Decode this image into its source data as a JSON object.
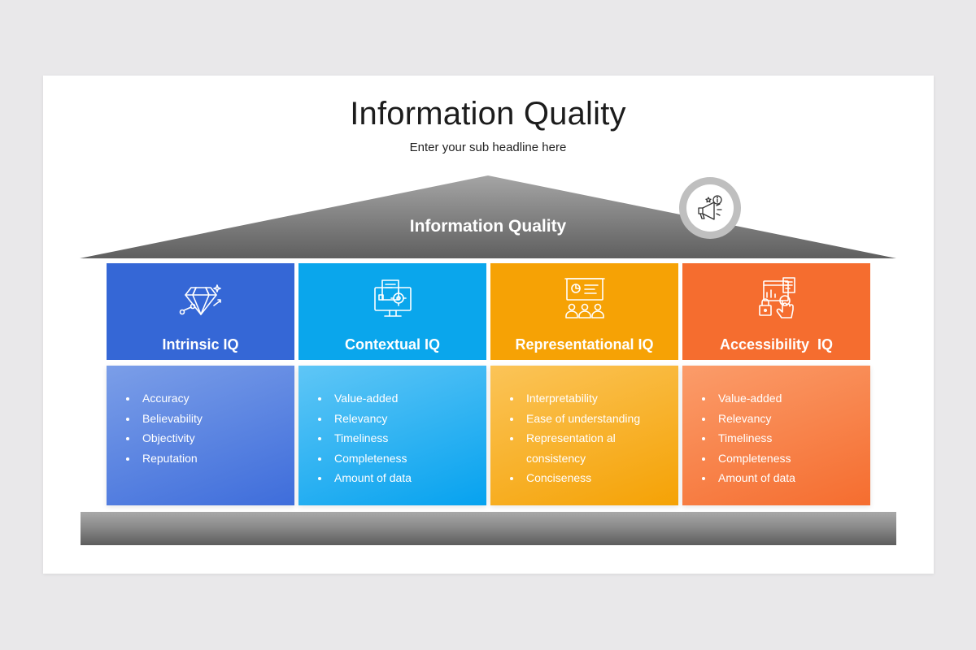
{
  "slide": {
    "title": "Information Quality",
    "subtitle": "Enter your sub headline here",
    "roof_label": "Information Quality",
    "badge_icon": "megaphone-info-icon"
  },
  "colors": {
    "roof_gray": "#6f6f6f",
    "intrinsic": "#3567d6",
    "contextual": "#0aa6ec",
    "representational": "#f6a205",
    "accessibility": "#f56d2f"
  },
  "pillars": [
    {
      "label": "Intrinsic IQ",
      "icon": "diamond-growth-icon",
      "items": [
        "Accuracy",
        "Believability",
        "Objectivity",
        "Reputation"
      ]
    },
    {
      "label": "Contextual IQ",
      "icon": "monitor-target-icon",
      "items": [
        "Value-added",
        "Relevancy",
        "Timeliness",
        "Completeness",
        "Amount of data"
      ]
    },
    {
      "label": "Representational IQ",
      "icon": "presentation-audience-icon",
      "items": [
        "Interpretability",
        "Ease of understanding",
        "Representation al",
        "consistency",
        "Conciseness"
      ]
    },
    {
      "label": "Accessibility  IQ",
      "icon": "secure-access-touch-icon",
      "items": [
        "Value-added",
        "Relevancy",
        "Timeliness",
        "Completeness",
        "Amount of data"
      ]
    }
  ]
}
